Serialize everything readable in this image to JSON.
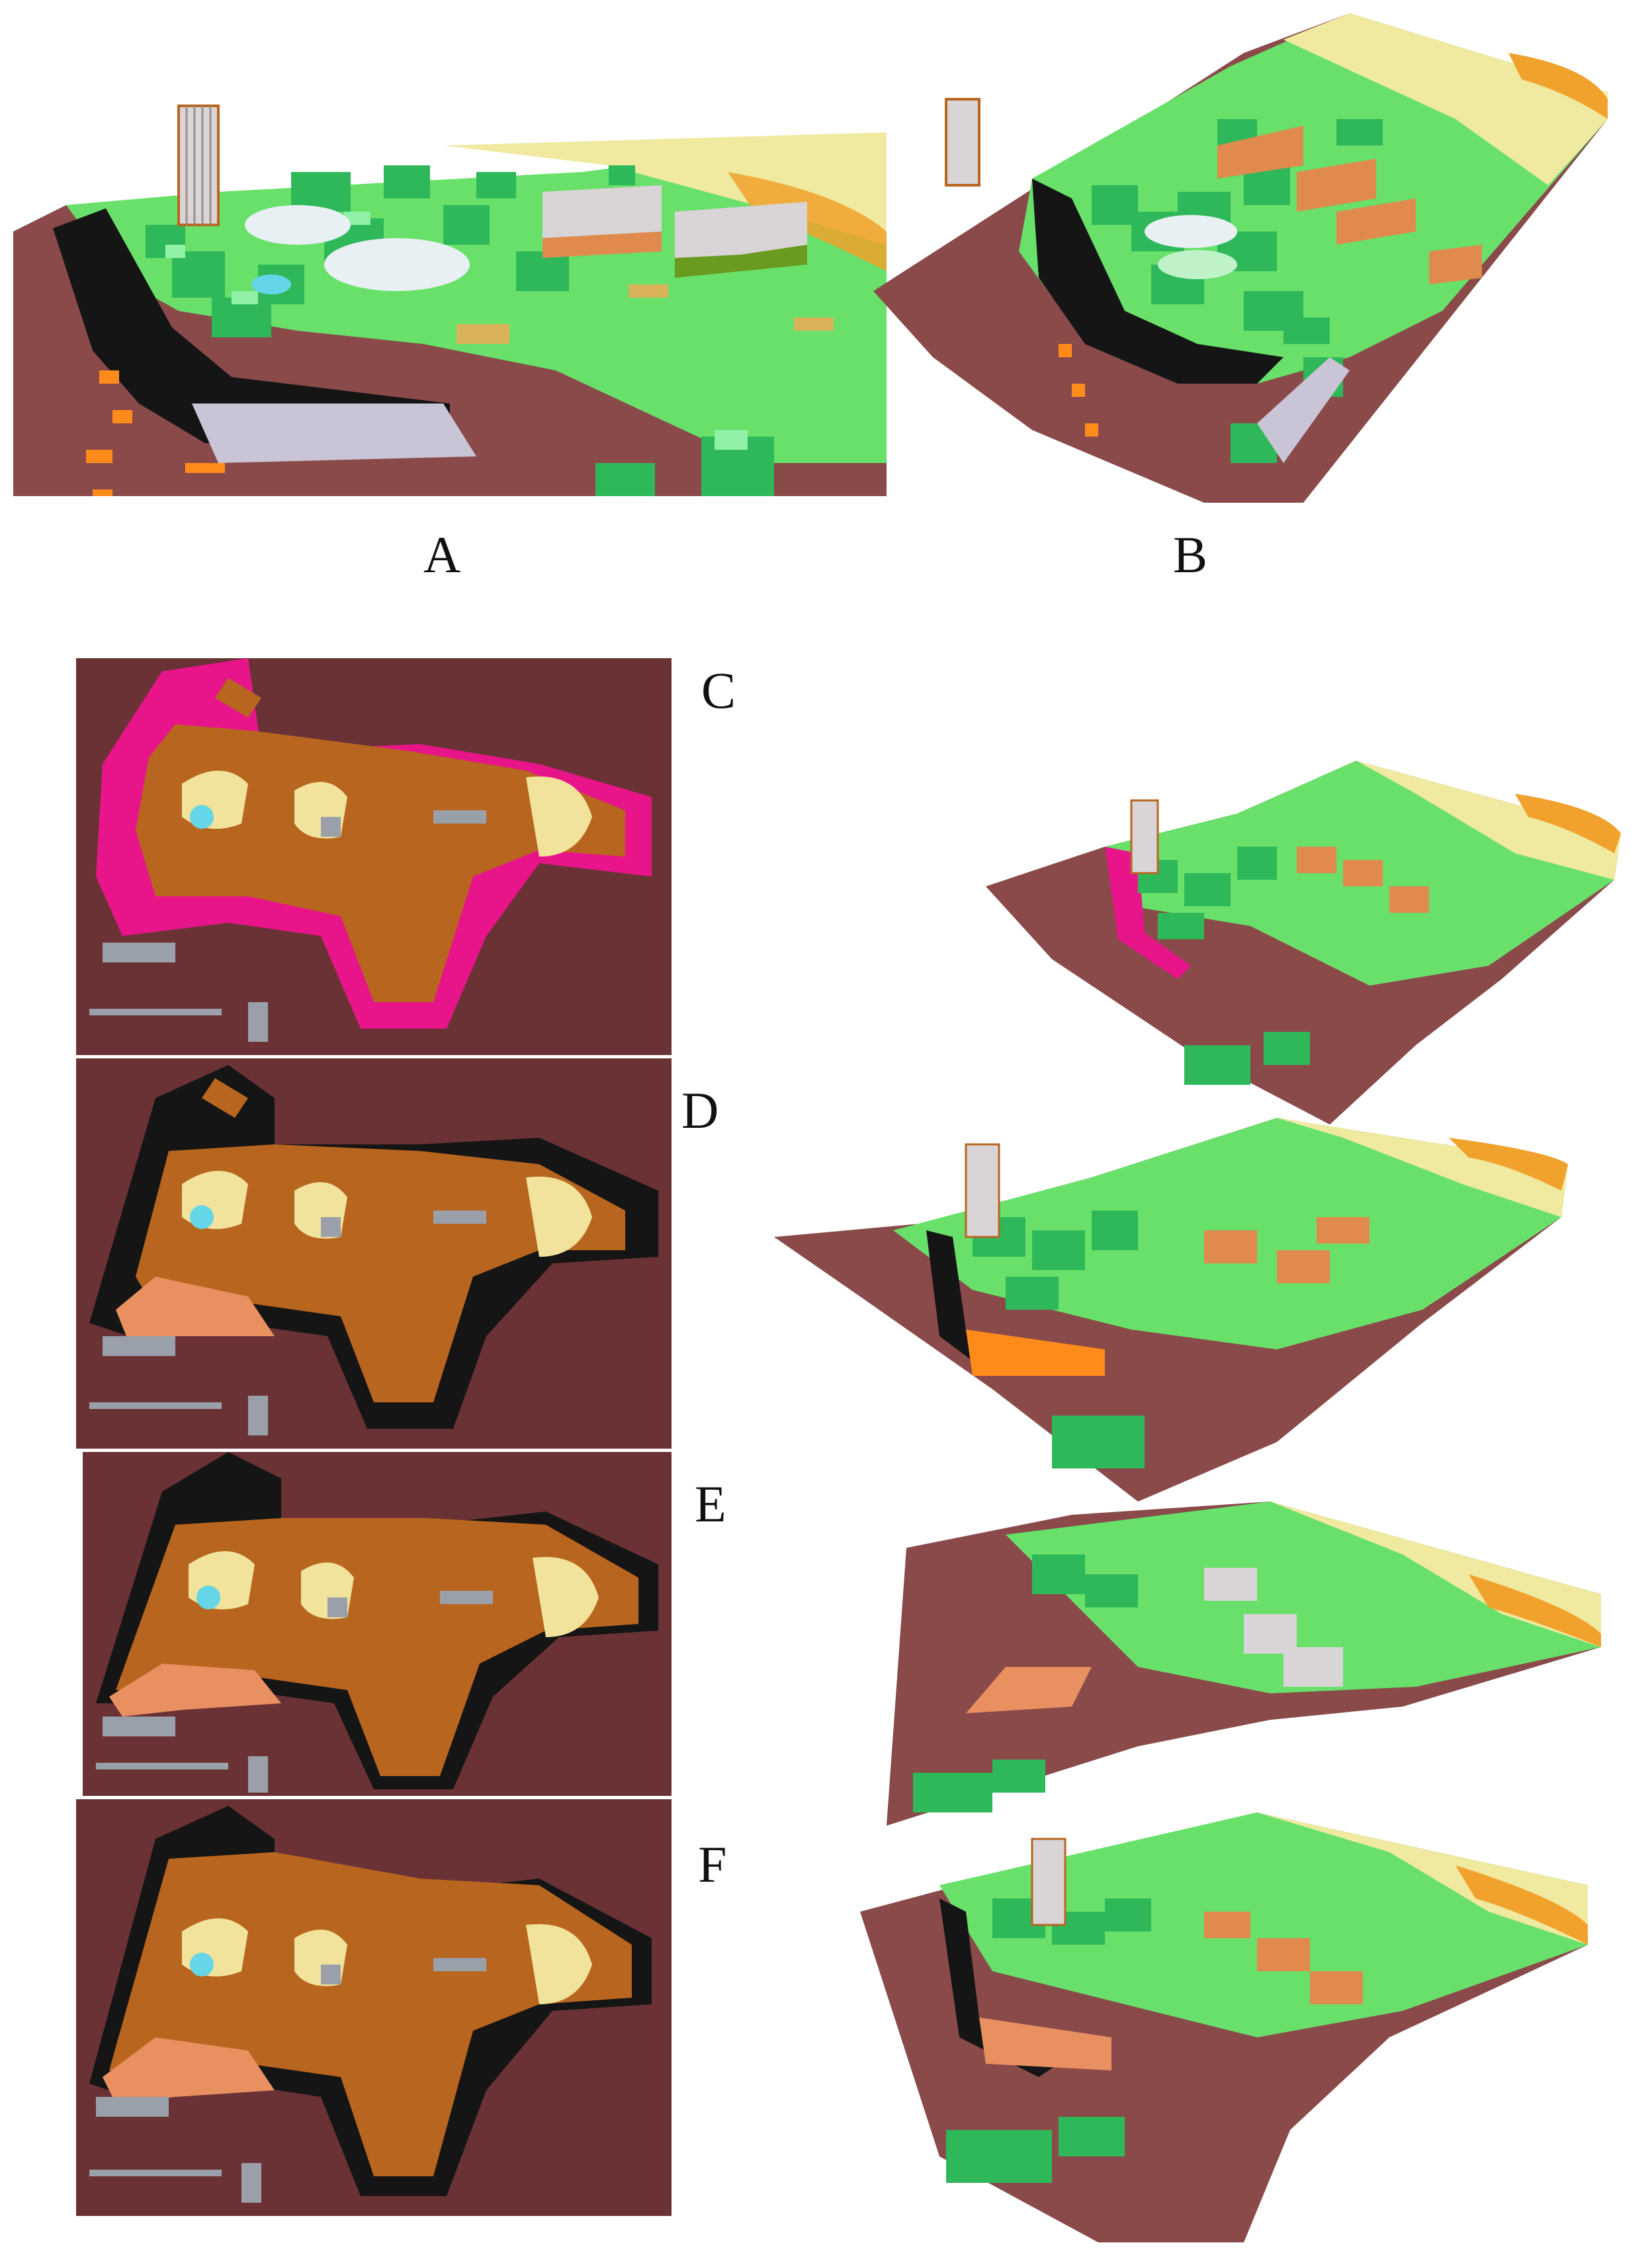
{
  "figure": {
    "labels": {
      "a": "A",
      "b": "B",
      "c": "C",
      "d": "D",
      "e": "E",
      "f": "F"
    },
    "colors": {
      "ground": "#8a4a4a",
      "dark_ground": "#6b3236",
      "grass": "#68e06a",
      "tree": "#2eb85a",
      "tree_light": "#8ff0a6",
      "building_top": "#d9d4d6",
      "building_side": "#e08a4e",
      "sand": "#f0e9a0",
      "orange_hill": "#f0a22c",
      "magenta": "#e8158a",
      "black": "#151515",
      "orange": "#ff8c1a",
      "brown": "#b8651f",
      "salmon": "#e89060",
      "cream": "#f1e39b",
      "gray": "#9aa0aa",
      "path": "#c9c4d6",
      "water": "#65d6e7"
    }
  }
}
